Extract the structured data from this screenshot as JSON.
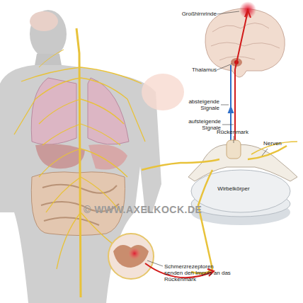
{
  "diagram": {
    "labels": [
      "Großhirnrinde",
      "Thalamus",
      "absteigende Signale",
      "aufsteigende Signale",
      "Rückenmark",
      "Nerven",
      "Wirbelkörper",
      "© WWW.AXELKOCK.DE",
      "Schmerzrezeptoren senden den Impuls an das Rückenmark"
    ]
  }
}
